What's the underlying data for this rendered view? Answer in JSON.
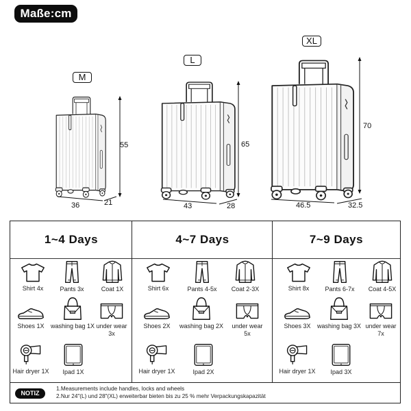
{
  "unit_label": "Maße:cm",
  "suitcases": [
    {
      "size": "M",
      "height": "55",
      "width": "36",
      "depth": "21"
    },
    {
      "size": "L",
      "height": "65",
      "width": "43",
      "depth": "28"
    },
    {
      "size": "XL",
      "height": "70",
      "width": "46.5",
      "depth": "32.5"
    }
  ],
  "packing_table": {
    "columns": [
      {
        "title": "1~4 Days",
        "items": [
          {
            "icon": "shirt-icon",
            "label": "Shirt 4x"
          },
          {
            "icon": "pants-icon",
            "label": "Pants 3x"
          },
          {
            "icon": "coat-icon",
            "label": "Coat 1X"
          },
          {
            "icon": "shoe-icon",
            "label": "Shoes 1X"
          },
          {
            "icon": "washing-bag-icon",
            "label": "washing bag 1X"
          },
          {
            "icon": "underwear-icon",
            "label": "under wear 3x"
          },
          {
            "icon": "hair-dryer-icon",
            "label": "Hair dryer 1X"
          },
          {
            "icon": "tablet-icon",
            "label": "Ipad 1X"
          }
        ]
      },
      {
        "title": "4~7 Days",
        "items": [
          {
            "icon": "shirt-icon",
            "label": "Shirt 6x"
          },
          {
            "icon": "pants-icon",
            "label": "Pants 4-5x"
          },
          {
            "icon": "coat-icon",
            "label": "Coat 2-3X"
          },
          {
            "icon": "shoe-icon",
            "label": "Shoes 2X"
          },
          {
            "icon": "washing-bag-icon",
            "label": "washing bag 2X"
          },
          {
            "icon": "underwear-icon",
            "label": "under wear 5x"
          },
          {
            "icon": "hair-dryer-icon",
            "label": "Hair dryer 1X"
          },
          {
            "icon": "tablet-icon",
            "label": "Ipad 2X"
          }
        ]
      },
      {
        "title": "7~9 Days",
        "items": [
          {
            "icon": "shirt-icon",
            "label": "Shirt 8x"
          },
          {
            "icon": "pants-icon",
            "label": "Pants 6-7x"
          },
          {
            "icon": "coat-icon",
            "label": "Coat 4-5X"
          },
          {
            "icon": "shoe-icon",
            "label": "Shoes 3X"
          },
          {
            "icon": "washing-bag-icon",
            "label": "washing bag 3X"
          },
          {
            "icon": "underwear-icon",
            "label": "under wear 7x"
          },
          {
            "icon": "hair-dryer-icon",
            "label": "Hair dryer 1X"
          },
          {
            "icon": "tablet-icon",
            "label": "Ipad 3X"
          }
        ]
      }
    ]
  },
  "notiz": {
    "badge": "NOTIZ",
    "lines": [
      "1.Measurements include handles, locks and wheels",
      "2.Nur 24\"(L) und 28\"(XL) erweiterbar bieten bis zu 25 % mehr Verpackungskapazität"
    ]
  }
}
